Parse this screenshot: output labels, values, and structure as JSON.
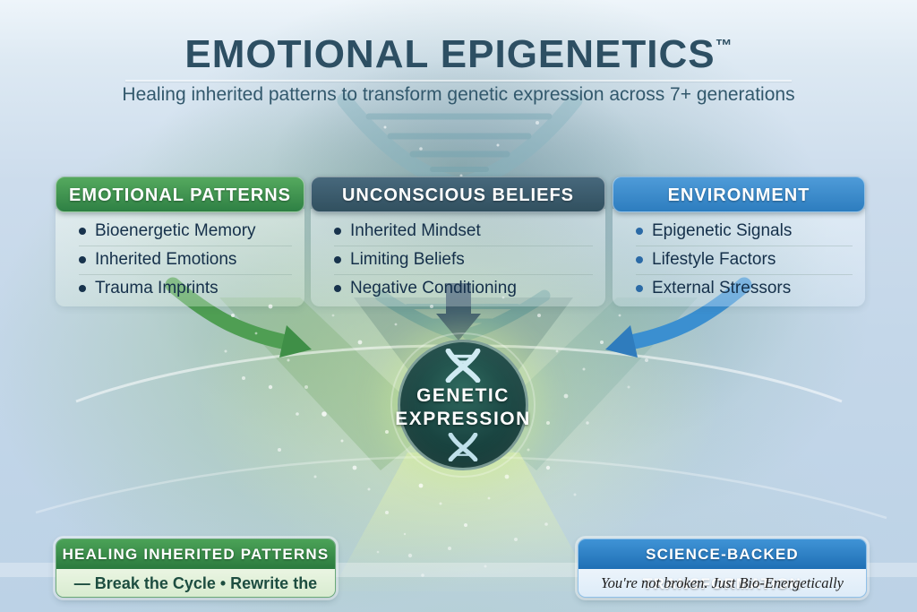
{
  "title": {
    "text": "EMOTIONAL EPIGENETICS",
    "tm": "™"
  },
  "subtitle": "Healing inherited patterns to transform genetic expression across 7+ generations",
  "columns": [
    {
      "header": "EMOTIONAL PATTERNS",
      "items": [
        "Bioenergetic Memory",
        "Inherited Emotions",
        "Trauma Imprints"
      ]
    },
    {
      "header": "UNCONSCIOUS BELIEFS",
      "items": [
        "Inherited Mindset",
        "Limiting Beliefs",
        "Negative Conditioning"
      ]
    },
    {
      "header": "ENVIRONMENT",
      "items": [
        "Epigenetic Signals",
        "Lifestyle Factors",
        "External Stressors"
      ]
    }
  ],
  "center": {
    "line1": "GENETIC",
    "line2": "EXPRESSION"
  },
  "footers": {
    "left": {
      "header": "HEALING INHERITED PATTERNS",
      "body": "— Break the Cycle • Rewrite the Code —"
    },
    "right": {
      "header": "SCIENCE-BACKED TRANSFORMATION",
      "body": "You're not broken. Just Bio-Energetically Burdened."
    }
  },
  "icons": {
    "center_top": "dna-icon",
    "center_bottom": "dna-icon",
    "watermark": "dna-watermark-icon",
    "left_arrow": "curved-arrow-left-icon",
    "right_arrow": "curved-arrow-right-icon",
    "center_arrow": "down-arrow-icon",
    "bullet": "bullet-dot-icon"
  },
  "colors": {
    "title_text": "#2d4f63",
    "green_header": "#2e8044",
    "slate_header": "#31505f",
    "blue_header": "#2d7dbf",
    "circle_fill": "#173f3d",
    "green_arrow": "#4f9e53",
    "blue_arrow": "#3b8fd0",
    "dark_arrow": "#3f5c6d",
    "bullet_text": "#15304a"
  }
}
